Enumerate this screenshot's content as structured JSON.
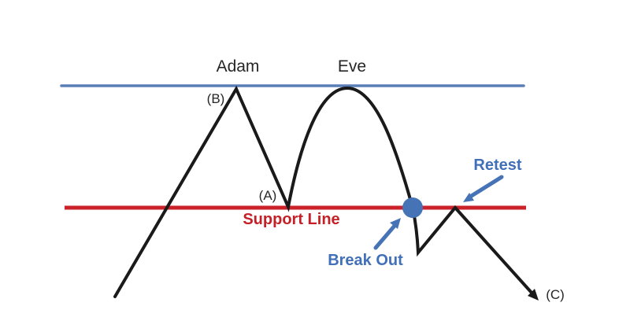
{
  "diagram": {
    "peaks": {
      "adam": "Adam",
      "eve": "Eve"
    },
    "points": {
      "b": "(B)",
      "a": "(A)",
      "c": "(C)"
    },
    "annotations": {
      "support": "Support Line",
      "breakout": "Break Out",
      "retest": "Retest"
    }
  },
  "colors": {
    "resistance_line": "#5B7EB8",
    "support_line": "#CB2128",
    "price_line": "#1A1A1A",
    "annotation_blue": "#4673B5",
    "support_text": "#C32028",
    "background": "#FFFFFF"
  }
}
